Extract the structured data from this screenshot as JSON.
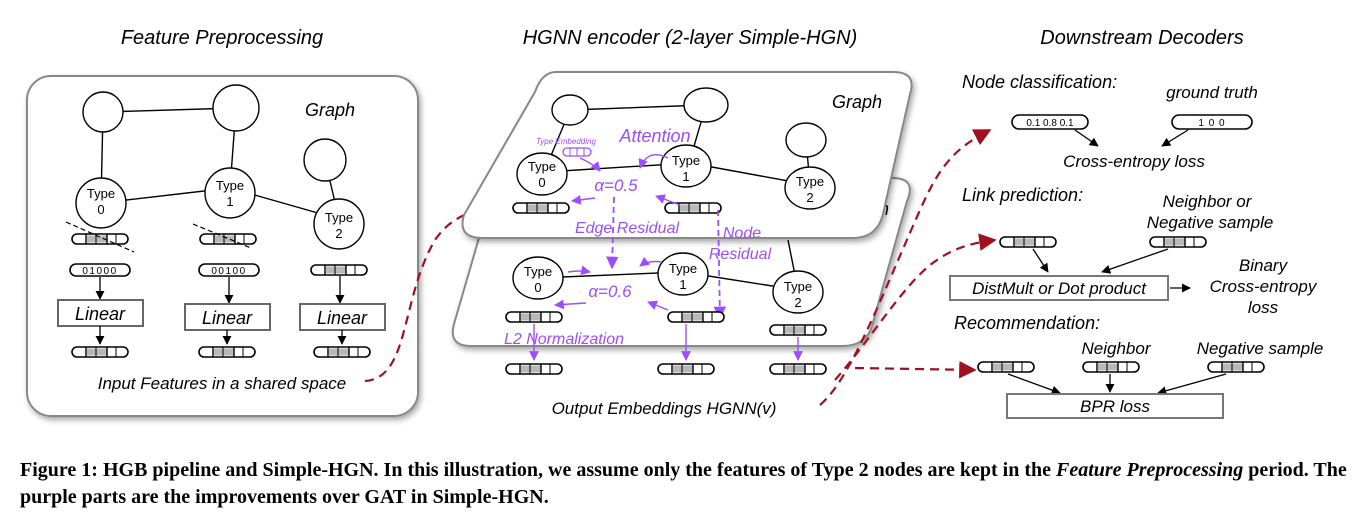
{
  "panels": {
    "preprocessing": {
      "title": "Feature Preprocessing",
      "graph_label": "Graph",
      "node_labels": [
        [
          "Type",
          "0"
        ],
        [
          "Type",
          "1"
        ],
        [
          "Type",
          "2"
        ]
      ],
      "onehot_0": "01000",
      "onehot_1": "00100",
      "linear_label": "Linear",
      "footer": "Input  Features in a shared space"
    },
    "encoder": {
      "title": "HGNN encoder (2-layer Simple-HGN)",
      "graph_label": "Graph",
      "graph_label_back_partial": "ph",
      "type_embedding": "Type Embedding",
      "attention": "Attention",
      "alpha_top": "α=0.5",
      "alpha_bottom": "α=0.6",
      "edge_residual": "Edge Residual",
      "node_residual_1": "Node",
      "node_residual_2": "Residual",
      "l2_norm": "L2 Normalization",
      "footer": "Output  Embeddings  HGNN(v)"
    },
    "decoders": {
      "title": "Downstream Decoders",
      "node_cls": {
        "heading": "Node classification:",
        "pred_values": "0.1  0.8  0.1",
        "truth_label": "ground truth",
        "truth_values": "1  0  0",
        "loss": "Cross-entropy loss"
      },
      "link_pred": {
        "heading": "Link prediction:",
        "neighbor_label_1": "Neighbor or",
        "neighbor_label_2": "Negative sample",
        "scorer": "DistMult or Dot product",
        "loss_1": "Binary",
        "loss_2": "Cross-entropy",
        "loss_3": "loss"
      },
      "recommendation": {
        "heading": "Recommendation:",
        "neighbor": "Neighbor",
        "negative": "Negative sample",
        "loss": "BPR loss"
      }
    }
  },
  "caption": {
    "part1": "Figure 1: HGB pipeline and Simple-HGN.  In this illustration, we assume only the features of Type 2 nodes are kept in the ",
    "italic": "Feature Preprocessing",
    "part2": " period. The purple parts are the improvements over GAT in Simple-HGN."
  },
  "colors": {
    "accent": "#9b4dff",
    "arrow_red": "#a01020",
    "frame": "#888888"
  }
}
